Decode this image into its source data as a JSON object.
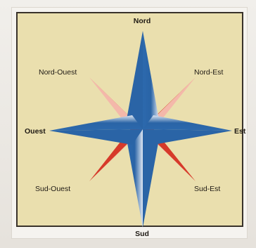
{
  "colors": {
    "panel": "#eadfae",
    "border": "#39322a",
    "blue_dark": "#2a64a6",
    "blue_light": "#dfe7f2",
    "red_dark": "#d63a2a",
    "red_light": "#f7c3b7"
  },
  "labels": {
    "north": "Nord",
    "south": "Sud",
    "east": "Est",
    "west": "Ouest",
    "northeast": "Nord-Est",
    "northwest": "Nord-Ouest",
    "southeast": "Sud-Est",
    "southwest": "Sud-Ouest"
  }
}
